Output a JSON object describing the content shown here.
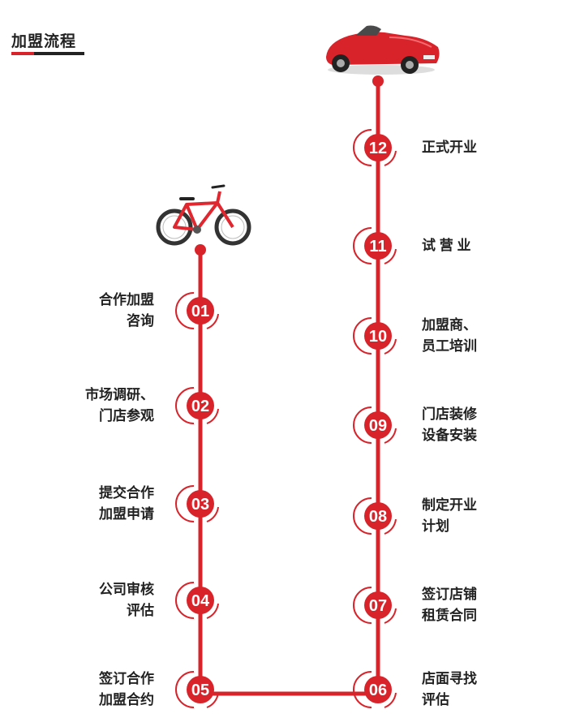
{
  "title": "加盟流程",
  "colors": {
    "accent": "#d9232a",
    "text": "#222222"
  },
  "icons": {
    "start": "bicycle-icon",
    "finish": "sports-car-icon"
  },
  "steps": [
    {
      "num": "01",
      "lines": [
        "合作加盟",
        "咨询"
      ]
    },
    {
      "num": "02",
      "lines": [
        "市场调研、",
        "门店参观"
      ]
    },
    {
      "num": "03",
      "lines": [
        "提交合作",
        "加盟申请"
      ]
    },
    {
      "num": "04",
      "lines": [
        "公司审核",
        "评估"
      ]
    },
    {
      "num": "05",
      "lines": [
        "签订合作",
        "加盟合约"
      ]
    },
    {
      "num": "06",
      "lines": [
        "店面寻找",
        "评估"
      ]
    },
    {
      "num": "07",
      "lines": [
        "签订店铺",
        "租赁合同"
      ]
    },
    {
      "num": "08",
      "lines": [
        "制定开业",
        "计划"
      ]
    },
    {
      "num": "09",
      "lines": [
        "门店装修",
        "设备安装"
      ]
    },
    {
      "num": "10",
      "lines": [
        "加盟商、",
        "员工培训"
      ]
    },
    {
      "num": "11",
      "lines": [
        "试 营 业"
      ]
    },
    {
      "num": "12",
      "lines": [
        "正式开业"
      ]
    }
  ]
}
